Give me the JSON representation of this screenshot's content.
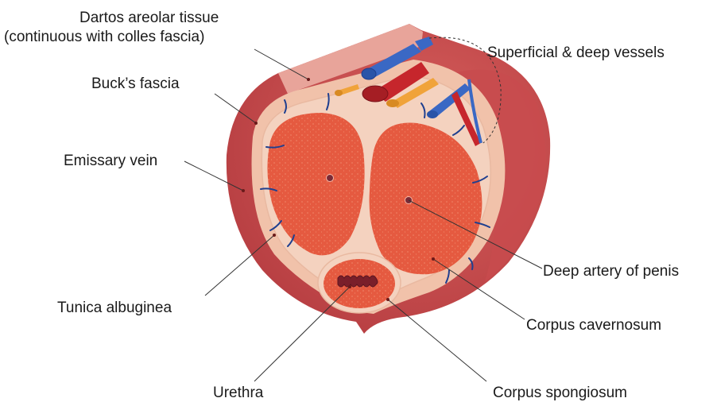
{
  "labels": {
    "dartos_line1": "Dartos areolar tissue",
    "dartos_line2": "(continuous with colles fascia)",
    "bucks_fascia": "Buck’s fascia",
    "emissary_vein": "Emissary vein",
    "tunica_albuginea": "Tunica albuginea",
    "urethra": "Urethra",
    "superficial_deep_vessels": "Superficial & deep vessels",
    "deep_artery": "Deep artery of penis",
    "corpus_cavernosum": "Corpus cavernosum",
    "corpus_spongiosum": "Corpus spongiosum"
  },
  "colors": {
    "skin_outer": "#c44a4c",
    "skin_top": "#e8a49a",
    "fascia": "#f1c2aa",
    "tunica": "#f4d2bf",
    "erectile": "#e55a40",
    "emissary_vein": "#1f3f8f",
    "vessel_blue": "#3a68c4",
    "vessel_red": "#c6262c",
    "vessel_orange": "#f0a33a"
  }
}
